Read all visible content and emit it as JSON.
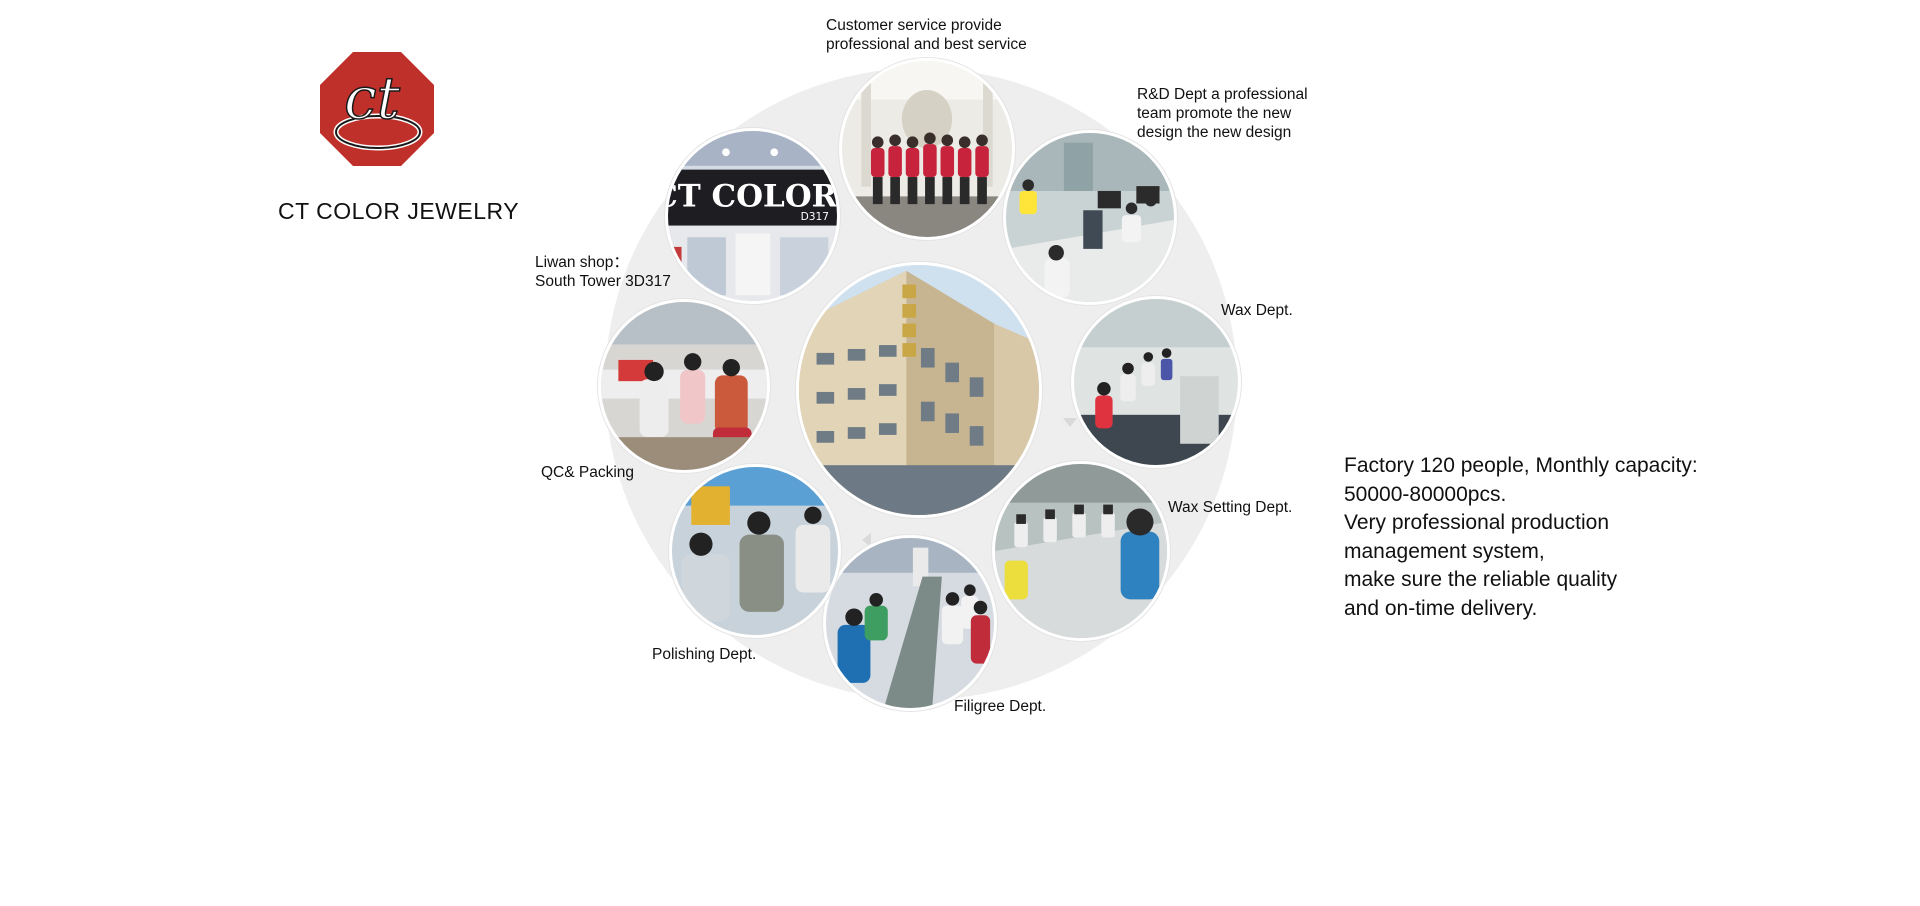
{
  "brand": {
    "logo_letters": "ct",
    "logo_color": "#c0302a",
    "title": "CT COLOR  JEWELRY"
  },
  "diagram": {
    "ring_color": "#eeeeee",
    "center_photo": {
      "icon": "factory-building-photo"
    },
    "photos": [
      {
        "id": "customer",
        "icon": "staff-group-photo"
      },
      {
        "id": "rd",
        "icon": "design-office-photo"
      },
      {
        "id": "wax",
        "icon": "workshop-photo"
      },
      {
        "id": "wax-setting",
        "icon": "microscope-workbench-photo"
      },
      {
        "id": "filigree",
        "icon": "workshop-row-photo"
      },
      {
        "id": "polishing",
        "icon": "polishing-workers-photo"
      },
      {
        "id": "qc",
        "icon": "packing-table-photo"
      },
      {
        "id": "shop",
        "icon": "storefront-photo",
        "sign": "CT COLOR",
        "sign_sub": "D317"
      }
    ],
    "labels": {
      "customer": [
        "Customer service provide",
        " professional and  best service"
      ],
      "rd": [
        "R&D Dept a professional",
        "team promote the new",
        "design the new design"
      ],
      "wax": [
        "Wax Dept."
      ],
      "wax_setting": [
        "Wax Setting Dept."
      ],
      "filigree": [
        "Filigree Dept."
      ],
      "polishing": [
        "Polishing Dept."
      ],
      "qc": [
        "QC& Packing"
      ],
      "shop": [
        "Liwan shop：",
        "South Tower 3D317"
      ]
    }
  },
  "description": {
    "lines": [
      "Factory 120 people, Monthly capacity:",
      "50000-80000pcs.",
      "Very professional production",
      "management system,",
      "make sure the reliable quality",
      "and on-time delivery."
    ]
  }
}
